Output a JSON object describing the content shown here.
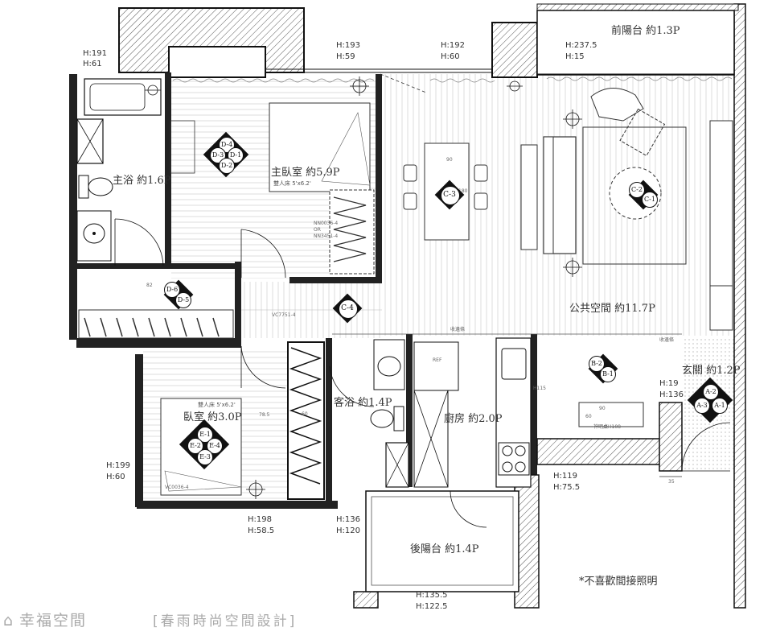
{
  "rooms": {
    "master_bath": "主浴 約1.6P",
    "master_bedroom": "主臥室 約5.9P",
    "bedroom": "臥室 約3.0P",
    "guest_bath": "客浴 約1.4P",
    "kitchen": "廚房 約2.0P",
    "public_space": "公共空間 約11.7P",
    "front_balcony": "前陽台 約1.3P",
    "rear_balcony": "後陽台 約1.4P",
    "entrance": "玄關 約1.2P"
  },
  "dimensions": {
    "d1": [
      "H:191",
      "H:61"
    ],
    "d2": [
      "H:193",
      "H:59"
    ],
    "d3": [
      "H:192",
      "H:60"
    ],
    "d4": [
      "H:237.5",
      "H:15"
    ],
    "d5": [
      "H:19",
      "H:136"
    ],
    "d6": [
      "H:199",
      "H:60"
    ],
    "d7": [
      "H:198",
      "H:58.5"
    ],
    "d8": [
      "H:136",
      "H:120"
    ],
    "d9": [
      "H:119",
      "H:75.5"
    ],
    "d10": [
      "H:135.5",
      "H:122.5"
    ]
  },
  "furniture": {
    "double_bed_master": "雙人床 5'x6.2'",
    "double_bed_bedroom": "雙人床 5'x6.2'",
    "nn1": "NN0036-4",
    "nn_or": "OR",
    "nn2": "NN3451-4",
    "vc1": "VC7751-4",
    "vc2": "VC0036-4",
    "storage1": "收邊條",
    "storage2": "收邊條",
    "ref": "REF",
    "h115": "H115",
    "bar": "神明桌H108",
    "w90a": "90",
    "w90b": "90",
    "w180": "180",
    "w82": "82",
    "w785": "78.5",
    "w60a": "60",
    "w60b": "60",
    "w35": "35"
  },
  "tags": {
    "d_group": [
      "D-4",
      "D-3",
      "D-1",
      "D-2"
    ],
    "d56": [
      "D-6",
      "D-5"
    ],
    "c3": "C-3",
    "c4": "C-4",
    "c12": [
      "C-2",
      "C-1"
    ],
    "b12": [
      "B-2",
      "B-1"
    ],
    "a_group": [
      "A-2",
      "A-3",
      "A-1"
    ],
    "e_group": [
      "E-1",
      "E-2",
      "E-4",
      "E-3"
    ]
  },
  "note": "*不喜歡間接照明",
  "brand": {
    "logo_text": "幸福空間",
    "designer": "[春雨時尚空間設計]"
  }
}
